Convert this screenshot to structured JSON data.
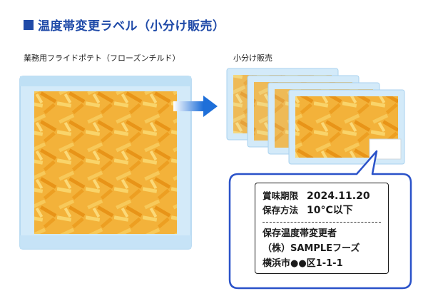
{
  "header": {
    "title": "温度帯変更ラベル（小分け販売）"
  },
  "labels": {
    "left": "業務用フライドポテト（フローズンチルド）",
    "right": "小分け販売"
  },
  "tag": {
    "rows": [
      {
        "key": "賞味期限",
        "value": "2024.11.20"
      },
      {
        "key": "保存方法",
        "value": "10°C以下"
      }
    ],
    "lines": [
      "保存温度帯変更者",
      "（株）SAMPLEフーズ",
      "横浜市●●区1-1-1"
    ]
  },
  "colors": {
    "title": "#1f4aa8",
    "arrow": "#1e6fd9",
    "bag": "#cfe6f7",
    "fries": "#f0a020",
    "bubble_border": "#2a52c9"
  }
}
